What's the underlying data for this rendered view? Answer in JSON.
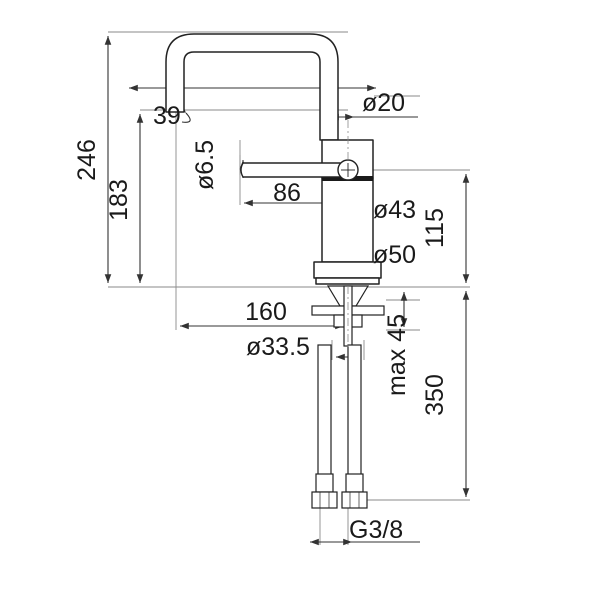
{
  "drawing": {
    "type": "technical-dimension-drawing",
    "subject": "single-lever basin mixer tap",
    "units": "mm",
    "line_color": "#222222",
    "dim_line_color": "#555555",
    "background": "#ffffff"
  },
  "dimensions": {
    "overall_height": "246",
    "spout_height": "183",
    "spout_reach_offset": "39",
    "spout_outlet_diameter": "ø20",
    "lever_thickness": "ø6.5",
    "lever_length": "86",
    "body_upper_diameter": "ø43",
    "body_base_diameter": "ø50",
    "body_to_counter": "115",
    "spout_reach": "160",
    "mounting_hole_diameter": "ø33.5",
    "max_counter_thickness": "max 45",
    "hose_length": "350",
    "thread_size": "G3/8"
  },
  "labels": {
    "h246": "246",
    "h183": "183",
    "a39": "39",
    "d20": "ø20",
    "d65": "ø6.5",
    "l86": "86",
    "d43": "ø43",
    "d50": "ø50",
    "h115": "115",
    "l160": "160",
    "d335": "ø33.5",
    "max45": "max 45",
    "h350": "350",
    "thread": "G3/8"
  }
}
